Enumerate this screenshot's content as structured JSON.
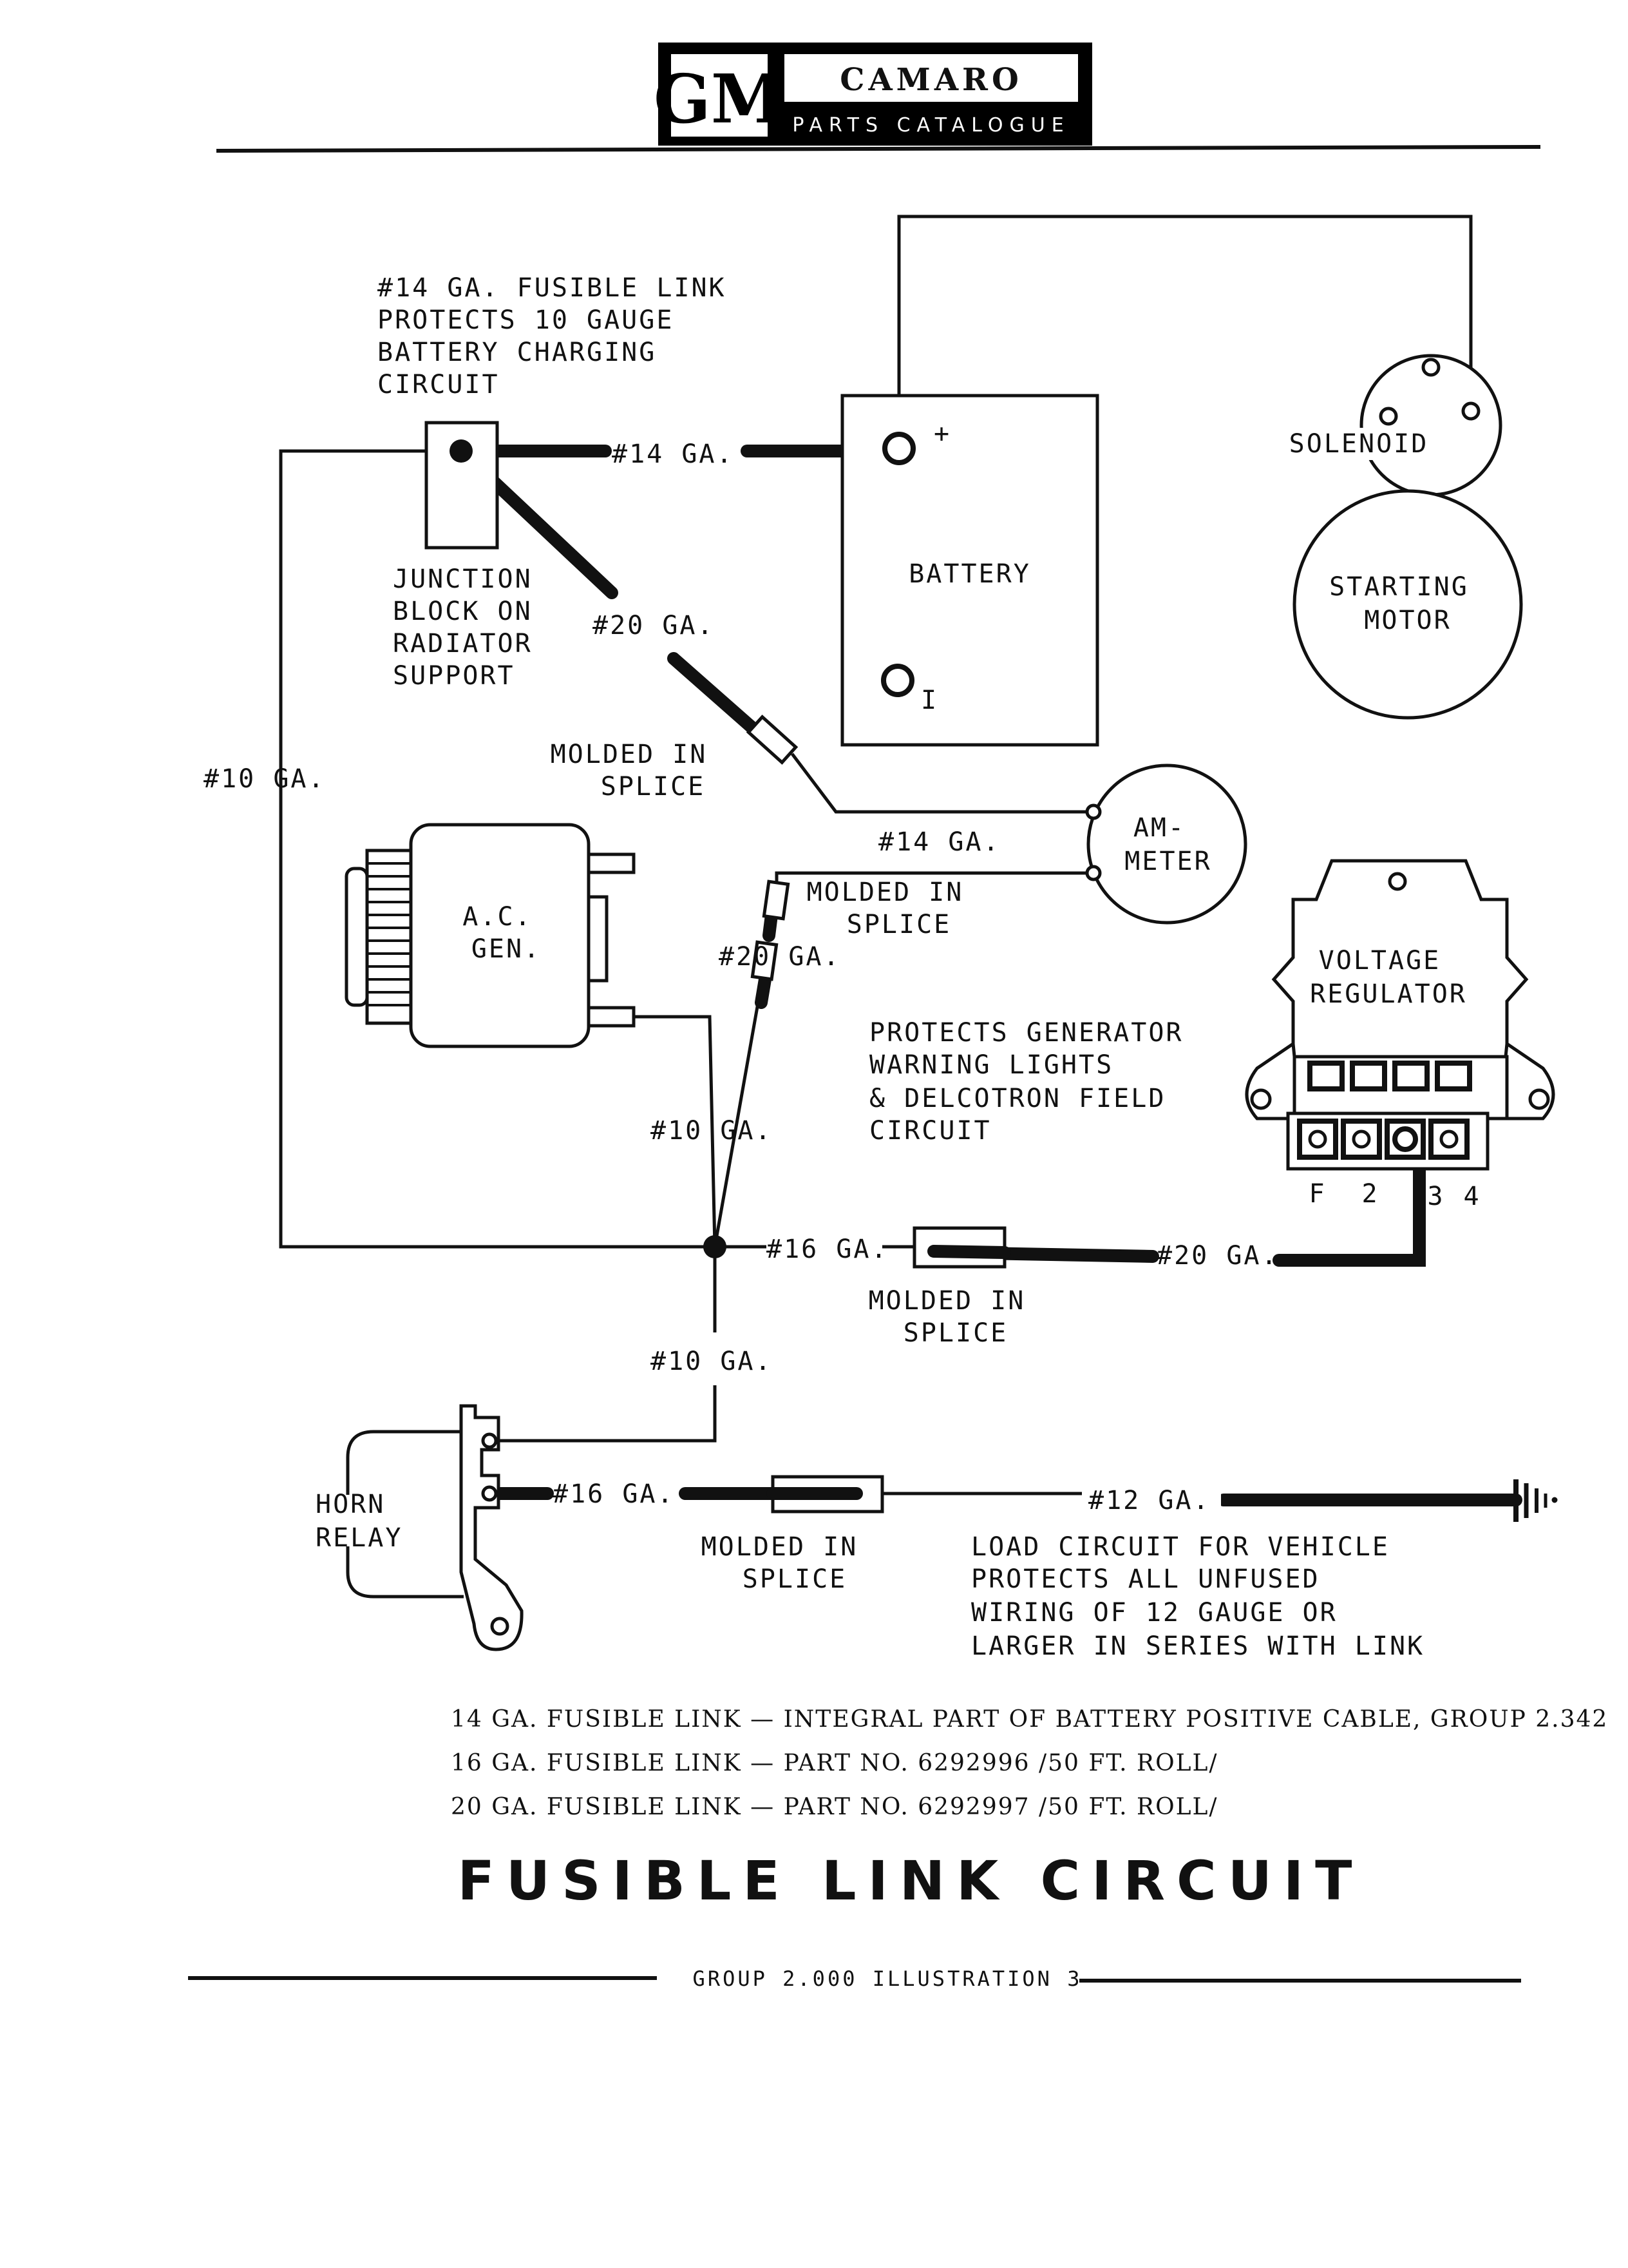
{
  "header": {
    "logo": "GM",
    "title": "CAMARO",
    "subtitle": "PARTS CATALOGUE"
  },
  "labels": {
    "fusible_link_note": [
      "#14 GA. FUSIBLE LINK",
      "PROTECTS 10 GAUGE",
      "BATTERY CHARGING",
      "CIRCUIT"
    ],
    "wire_14_battery": "#14 GA.",
    "junction_block": [
      "JUNCTION",
      "BLOCK ON",
      "RADIATOR",
      "SUPPORT"
    ],
    "wire_20_top": "#20 GA.",
    "battery": "BATTERY",
    "battery_plus": "+",
    "battery_minus": "I",
    "solenoid": "SOLENOID",
    "starting_motor": [
      "STARTING",
      "MOTOR"
    ],
    "molded_splice_1": [
      "MOLDED IN",
      "SPLICE"
    ],
    "wire_10_left": "#10 GA.",
    "ammeter": [
      "AM-",
      "METER"
    ],
    "wire_14_ammeter": "#14 GA.",
    "molded_splice_2": [
      "MOLDED IN",
      "SPLICE"
    ],
    "ac_gen": [
      "A.C.",
      "GEN."
    ],
    "wire_20_mid": "#20 GA.",
    "voltage_regulator": [
      "VOLTAGE",
      "REGULATOR"
    ],
    "generator_note": [
      "PROTECTS GENERATOR",
      "WARNING LIGHTS",
      "& DELCOTRON FIELD",
      "CIRCUIT"
    ],
    "wire_10_mid": "#10 GA.",
    "terminals": [
      "F",
      "2",
      "3",
      "4"
    ],
    "wire_16_mid": "#16 GA.",
    "wire_20_right": "#20 GA.",
    "molded_splice_3": [
      "MOLDED IN",
      "SPLICE"
    ],
    "wire_10_lower": "#10 GA.",
    "horn_relay": [
      "HORN",
      "RELAY"
    ],
    "wire_16_lower": "#16 GA.",
    "wire_12": "#12 GA.",
    "molded_splice_4": [
      "MOLDED IN",
      "SPLICE"
    ],
    "load_note": [
      "LOAD CIRCUIT FOR VEHICLE",
      "PROTECTS ALL UNFUSED",
      "WIRING OF 12 GAUGE OR",
      "LARGER IN SERIES WITH LINK"
    ]
  },
  "notes": [
    "14 GA. FUSIBLE LINK — INTEGRAL PART OF BATTERY POSITIVE CABLE, GROUP 2.342",
    "16 GA. FUSIBLE LINK — PART NO. 6292996 /50 FT. ROLL/",
    "20 GA. FUSIBLE LINK — PART NO. 6292997 /50 FT. ROLL/"
  ],
  "title": "FUSIBLE LINK CIRCUIT",
  "footer": "GROUP 2.000 ILLUSTRATION 3"
}
